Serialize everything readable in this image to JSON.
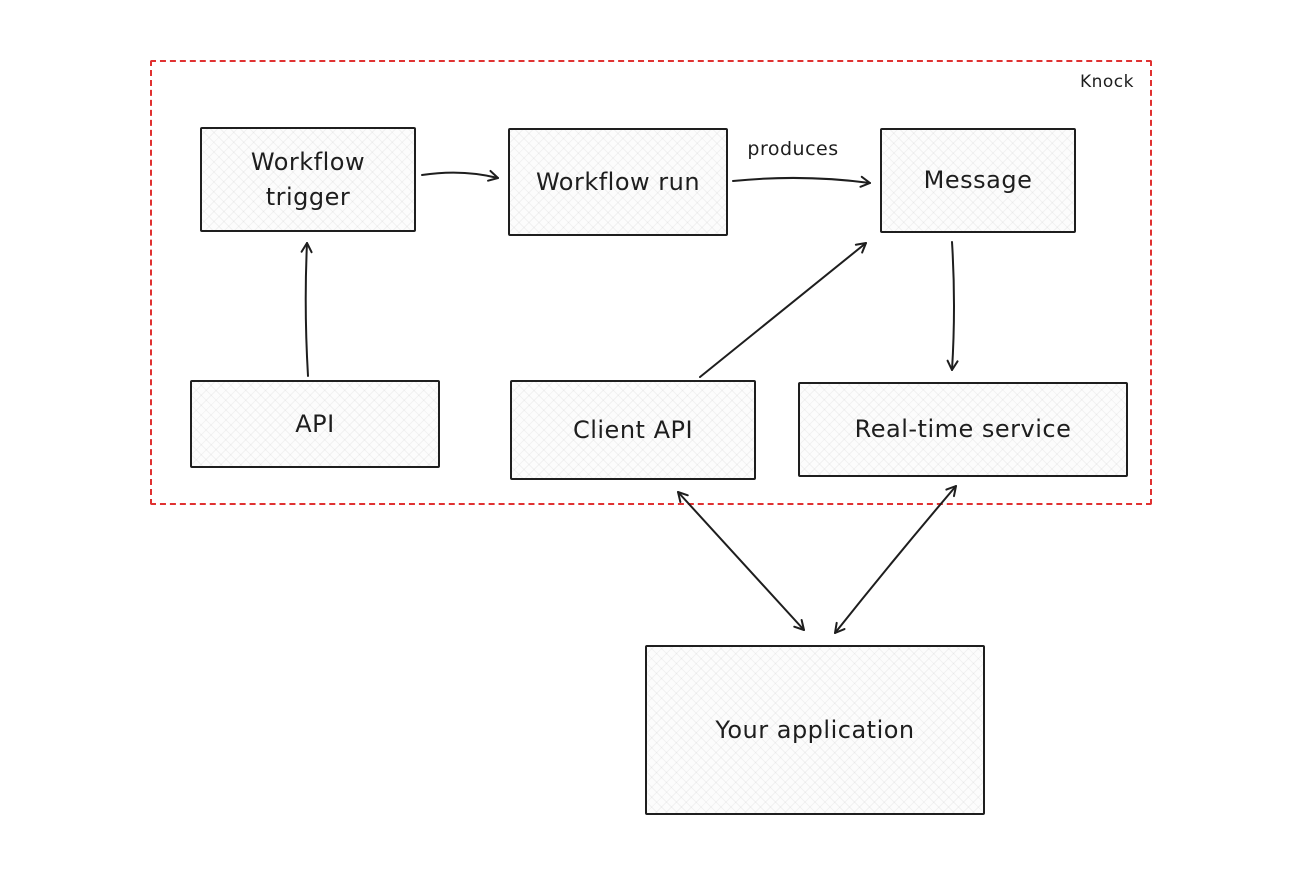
{
  "diagram": {
    "group_label": "Knock",
    "nodes": [
      {
        "id": "workflow-trigger",
        "label": "Workflow trigger"
      },
      {
        "id": "workflow-run",
        "label": "Workflow run"
      },
      {
        "id": "message",
        "label": "Message"
      },
      {
        "id": "api",
        "label": "API"
      },
      {
        "id": "client-api",
        "label": "Client API"
      },
      {
        "id": "realtime-service",
        "label": "Real-time service"
      },
      {
        "id": "your-application",
        "label": "Your application"
      }
    ],
    "edge_labels": [
      {
        "id": "produces",
        "text": "produces"
      }
    ],
    "edges": [
      {
        "from": "workflow-trigger",
        "to": "workflow-run",
        "direction": "one-way"
      },
      {
        "from": "workflow-run",
        "to": "message",
        "direction": "one-way",
        "label": "produces"
      },
      {
        "from": "api",
        "to": "workflow-trigger",
        "direction": "one-way"
      },
      {
        "from": "client-api",
        "to": "message",
        "direction": "one-way"
      },
      {
        "from": "message",
        "to": "realtime-service",
        "direction": "one-way"
      },
      {
        "from": "your-application",
        "to": "client-api",
        "direction": "two-way"
      },
      {
        "from": "your-application",
        "to": "realtime-service",
        "direction": "two-way"
      }
    ],
    "colors": {
      "boundary": "#e03131",
      "stroke": "#1e1e1e",
      "node_fill": "#fcfcfc"
    }
  }
}
